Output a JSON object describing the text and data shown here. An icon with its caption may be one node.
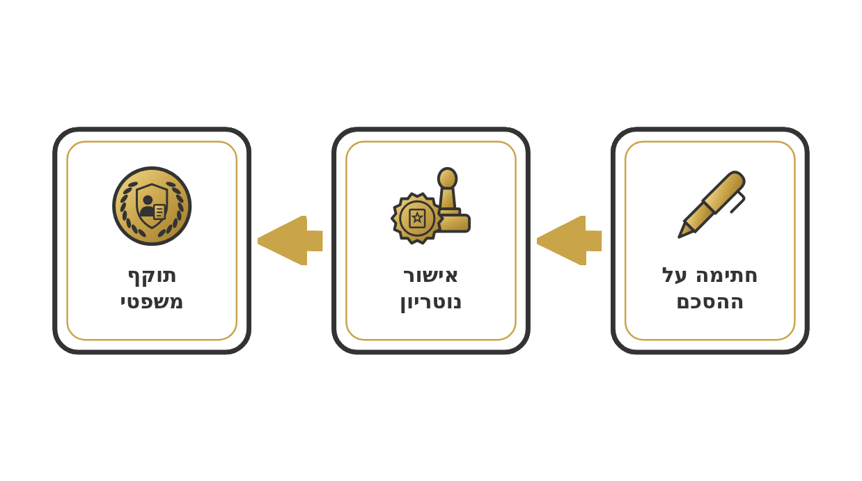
{
  "diagram": {
    "nodes": [
      {
        "text": [
          "חתימה על ההסכם"
        ]
      },
      {
        "text": [
          "אישור נוטריון"
        ]
      },
      {
        "text": [
          "תוקף משפטי"
        ]
      }
    ],
    "edges": [
      {
        "from": 0,
        "to": 1,
        "arrow": "to"
      },
      {
        "from": 1,
        "to": 2,
        "arrow": "to"
      }
    ]
  }
}
